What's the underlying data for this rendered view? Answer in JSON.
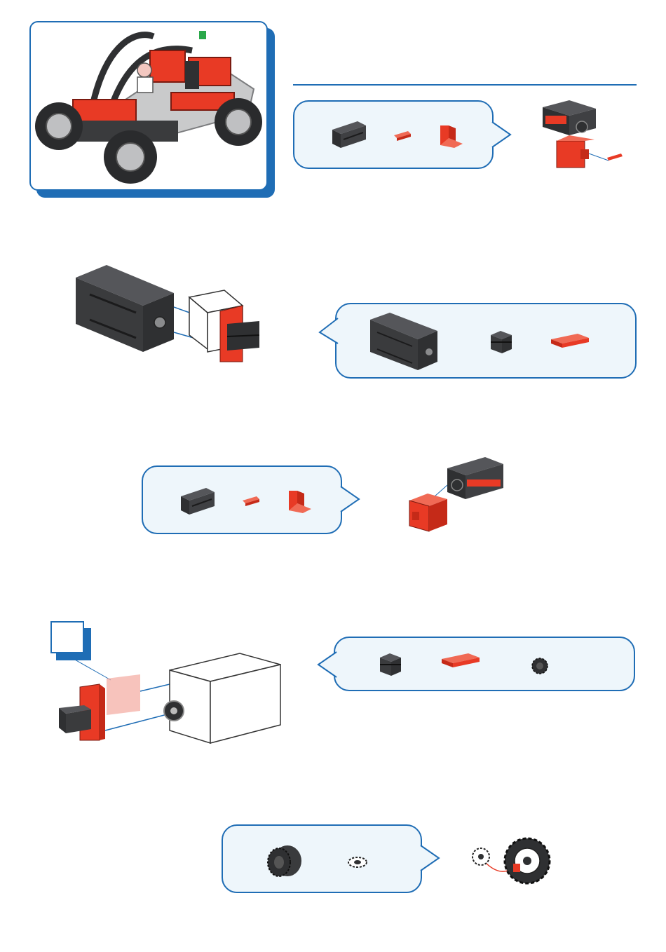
{
  "page": {
    "background": "#ffffff",
    "accent": "#1f6db5",
    "bubble_fill": "#eef6fb",
    "part_red": "#e83a25",
    "part_dark": "#3a3b3d"
  },
  "steps": [
    {
      "id": 1,
      "parts": [
        "building-block-30-icon",
        "angle-piece-icon",
        "bs15-hole-icon"
      ]
    },
    {
      "id": 2,
      "parts": [
        "motor-icon",
        "block-15-icon",
        "flat-plate-icon"
      ]
    },
    {
      "id": 3,
      "parts": [
        "building-block-30-icon",
        "angle-piece-icon",
        "bs15-hole-icon"
      ]
    },
    {
      "id": 4,
      "parts": [
        "block-15-icon",
        "flat-plate-icon",
        "bevel-gear-icon"
      ]
    },
    {
      "id": 5,
      "parts": [
        "gear-hub-icon",
        "small-bevel-gear-icon"
      ]
    }
  ]
}
